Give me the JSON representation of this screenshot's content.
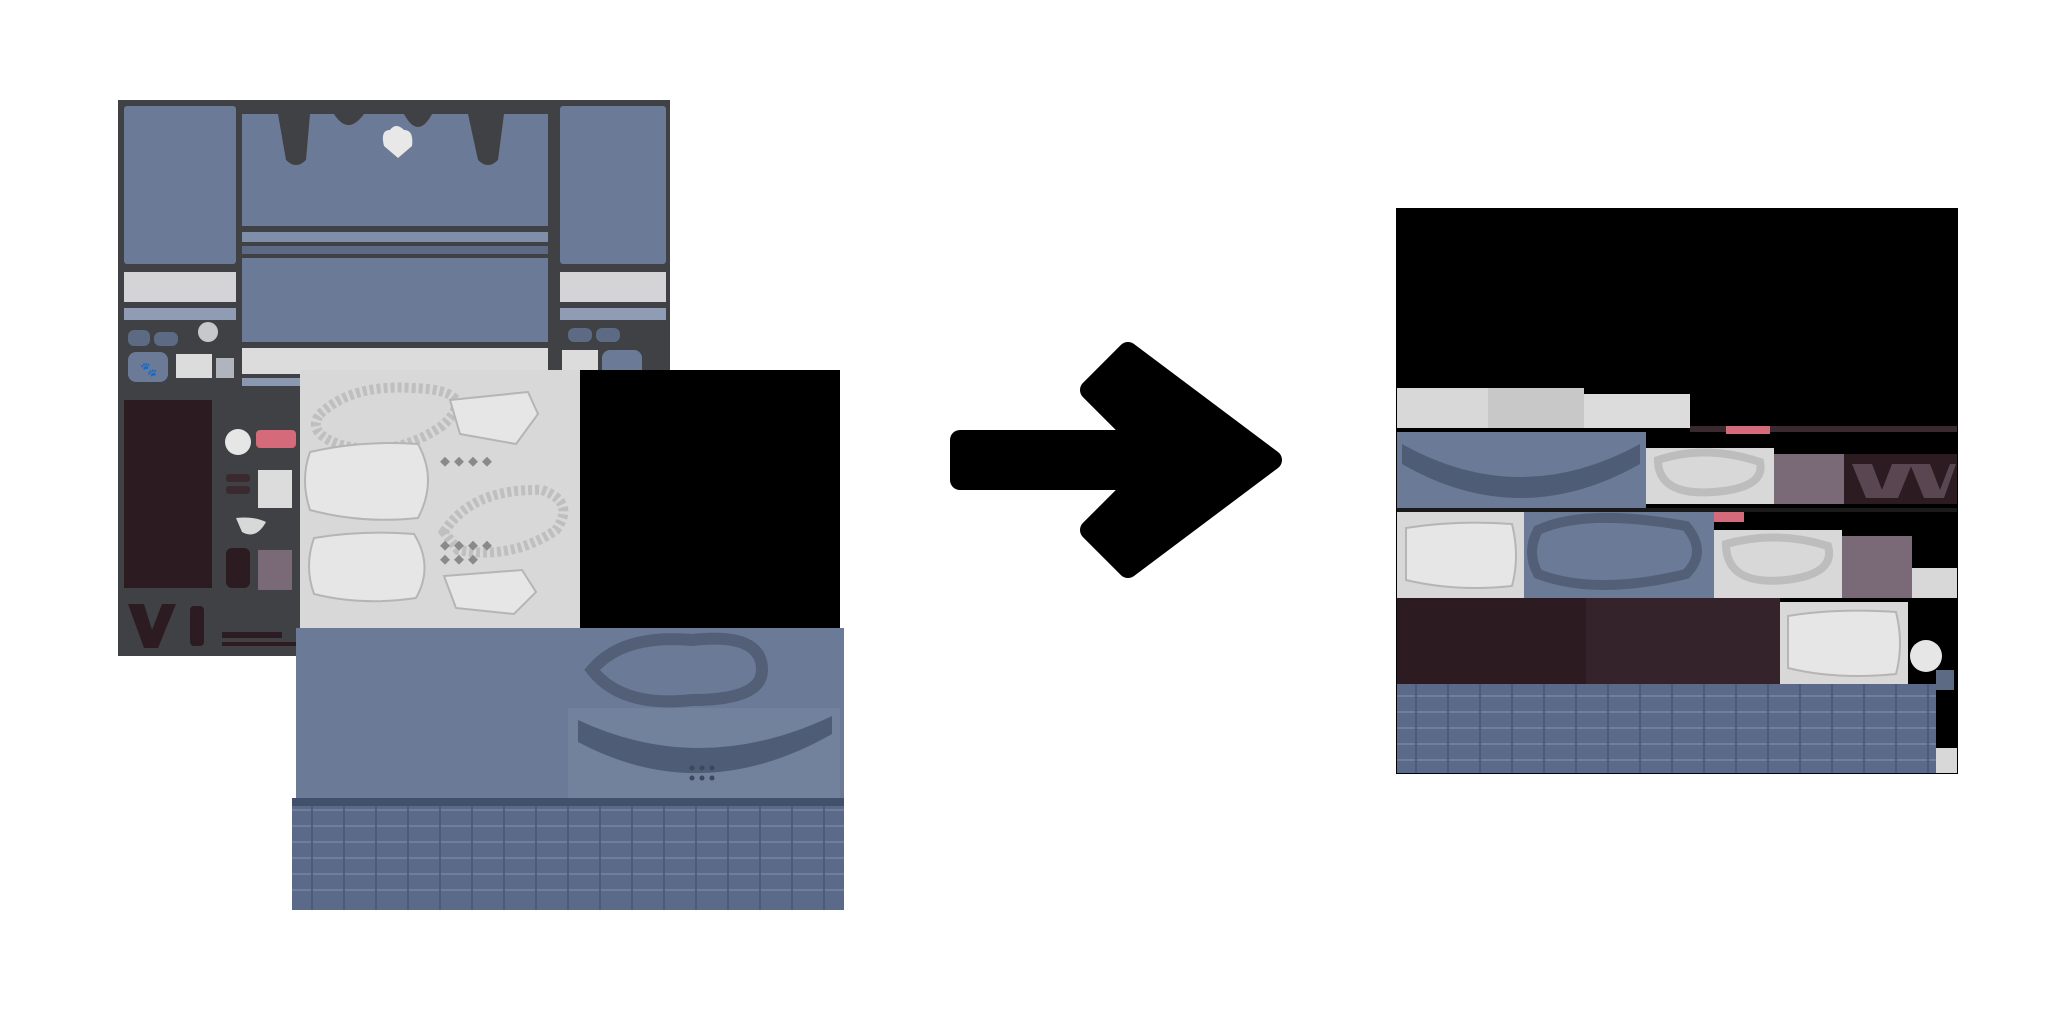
{
  "scene": {
    "background": "#ffffff",
    "arrow_color": "#000000",
    "arrow_direction": "right"
  },
  "atlases": [
    {
      "id": "outfit-atlas",
      "main_color": "#6b7b97",
      "dark_color": "#3f4144",
      "light_color": "#d4d4d6",
      "accent_color": "#d46a7a",
      "brown_color": "#2c1c22"
    },
    {
      "id": "accessory-atlas",
      "main_color": "#6b7b97",
      "light_color": "#d8d8d8",
      "empty_color": "#000000",
      "plaid_color": "#5b6a88"
    },
    {
      "id": "packed-atlas",
      "main_color": "#6b7b97",
      "empty_color": "#000000"
    }
  ]
}
